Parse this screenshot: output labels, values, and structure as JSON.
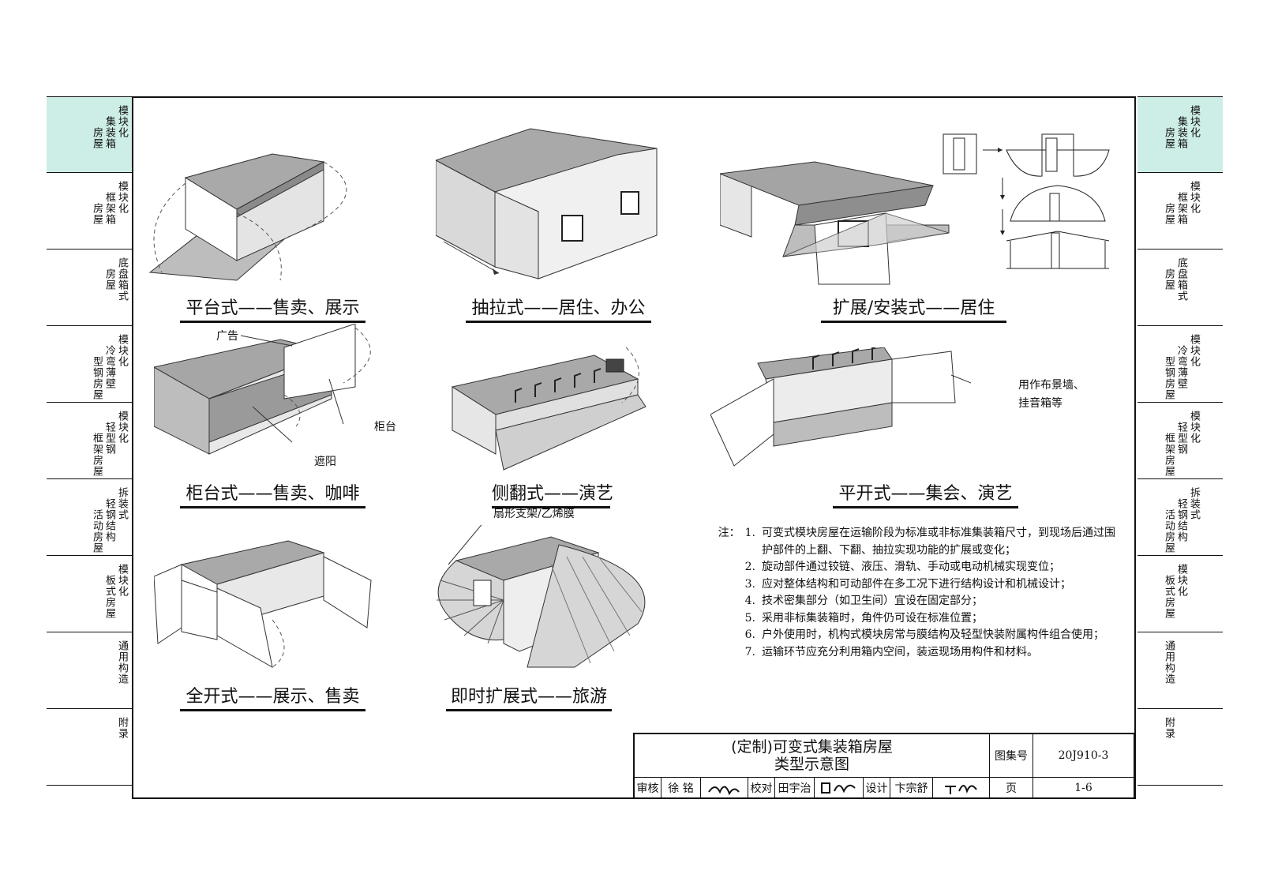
{
  "side_tabs": [
    {
      "cols": [
        "模块化",
        "集装箱",
        "房屋"
      ],
      "active": true
    },
    {
      "cols": [
        "模块化",
        "框架箱",
        "房屋"
      ],
      "active": false
    },
    {
      "cols": [
        "底盘箱式",
        "房屋"
      ],
      "active": false
    },
    {
      "cols": [
        "模块化",
        "冷弯薄壁",
        "型钢房屋"
      ],
      "active": false
    },
    {
      "cols": [
        "模块化",
        "轻型钢",
        "框架房屋"
      ],
      "active": false
    },
    {
      "cols": [
        "拆装式",
        "轻钢结构",
        "活动房屋"
      ],
      "active": false
    },
    {
      "cols": [
        "模块化",
        "板式房屋"
      ],
      "active": false
    },
    {
      "cols": [
        "通用构造"
      ],
      "active": false
    },
    {
      "cols": [
        "附录"
      ],
      "active": false
    }
  ],
  "figures": {
    "platform": {
      "caption": "平台式——售卖、展示"
    },
    "drawer": {
      "caption": "抽拉式——居住、办公"
    },
    "expand": {
      "caption": "扩展/安装式——居住"
    },
    "counter": {
      "caption": "柜台式——售卖、咖啡",
      "label_ad": "广告",
      "label_counter": "柜台",
      "label_shade": "遮阳"
    },
    "sideflip": {
      "caption": "侧翻式——演艺"
    },
    "flatopen": {
      "caption": "平开式——集会、演艺",
      "label_scenery_1": "用作布景墙、",
      "label_scenery_2": "挂音箱等"
    },
    "fullopen": {
      "caption": "全开式——展示、售卖"
    },
    "instant": {
      "caption": "即时扩展式——旅游",
      "label_fan": "扇形支架/乙烯膜"
    }
  },
  "notes": {
    "prefix": "注：",
    "items": [
      {
        "num": "1.",
        "text": "可变式模块房屋在运输阶段为标准或非标准集装箱尺寸，到现场后通过围护部件的上翻、下翻、抽拉实现功能的扩展或变化；"
      },
      {
        "num": "2.",
        "text": "旋动部件通过铰链、液压、滑轨、手动或电动机械实现变位；"
      },
      {
        "num": "3.",
        "text": "应对整体结构和可动部件在多工况下进行结构设计和机械设计；"
      },
      {
        "num": "4.",
        "text": "技术密集部分（如卫生间）宜设在固定部分；"
      },
      {
        "num": "5.",
        "text": "采用非标集装箱时，角件仍可设在标准位置；"
      },
      {
        "num": "6.",
        "text": "户外使用时，机构式模块房常与膜结构及轻型快装附属构件组合使用；"
      },
      {
        "num": "7.",
        "text": "运输环节应充分利用箱内空间，装运现场用构件和材料。"
      }
    ]
  },
  "title_block": {
    "title_line1": "(定制)可变式集装箱房屋",
    "title_line2": "类型示意图",
    "atlas_label": "图集号",
    "atlas_no": "20J910-3",
    "review_label": "审核",
    "reviewer": "徐 铭",
    "check_label": "校对",
    "checker": "田宇治",
    "design_label": "设计",
    "designer": "卞宗舒",
    "page_label": "页",
    "page_no": "1-6"
  }
}
